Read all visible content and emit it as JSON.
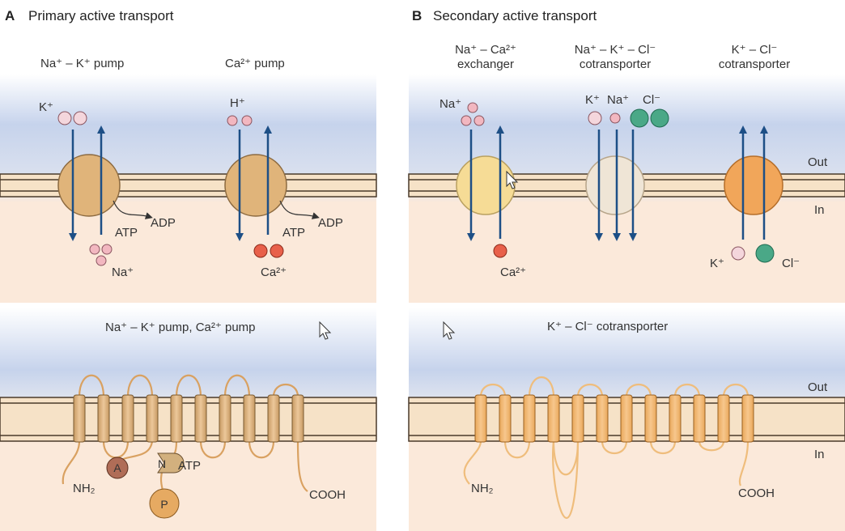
{
  "panelA": {
    "letter": "A",
    "title": "Primary active transport",
    "pump1": {
      "name": "Na⁺ – K⁺ pump",
      "ion_top": "K⁺",
      "ion_bottom": "Na⁺",
      "atp": "ATP",
      "adp": "ADP"
    },
    "pump2": {
      "name": "Ca²⁺ pump",
      "ion_top": "H⁺",
      "ion_bottom": "Ca²⁺",
      "atp": "ATP",
      "adp": "ADP"
    },
    "topology_title": "Na⁺ – K⁺ pump, Ca²⁺ pump",
    "nh2": "NH₂",
    "cooh": "COOH",
    "domain_a": "A",
    "domain_n": "N",
    "domain_p": "P",
    "domain_atp": "ATP"
  },
  "panelB": {
    "letter": "B",
    "title": "Secondary active transport",
    "t1": {
      "name_line1": "Na⁺ – Ca²⁺",
      "name_line2": "exchanger",
      "ion_top": "Na⁺",
      "ion_bottom": "Ca²⁺"
    },
    "t2": {
      "name_line1": "Na⁺ – K⁺ – Cl⁻",
      "name_line2": "cotransporter",
      "ion_k": "K⁺",
      "ion_na": "Na⁺",
      "ion_cl": "Cl⁻"
    },
    "t3": {
      "name_line1": "K⁺ – Cl⁻",
      "name_line2": "cotransporter",
      "ion_k": "K⁺",
      "ion_cl": "Cl⁻"
    },
    "out": "Out",
    "in": "In",
    "topology_title": "K⁺ – Cl⁻ cotransporter",
    "nh2": "NH₂",
    "cooh": "COOH",
    "out2": "Out",
    "in2": "In"
  },
  "colors": {
    "sky": "#c9d6ee",
    "cytoplasm": "#fbe8d8",
    "arrow": "#1d4f86",
    "pump_a": "#e0b47a",
    "exchanger": "#f6dc96",
    "cotransporter2": "#efe5d6",
    "cotransporter3": "#f1a65a",
    "na_ball": "#f2b7c0",
    "ca_ball": "#e8604a",
    "cl_ball": "#4aa887",
    "k_ball": "#f4d6dc"
  }
}
